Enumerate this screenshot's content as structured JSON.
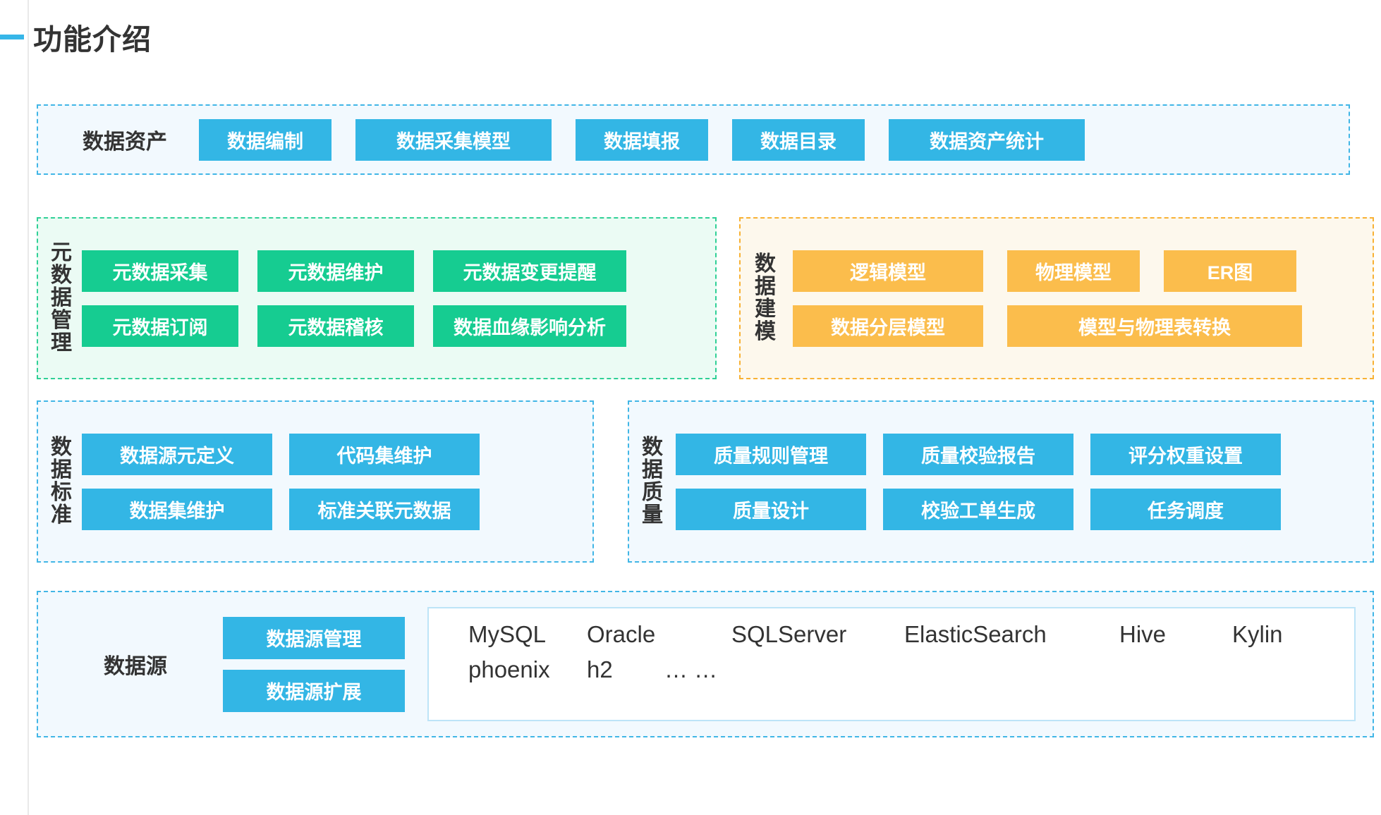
{
  "header": {
    "title": "功能介绍",
    "dash_color": "#36b6e8"
  },
  "colors": {
    "blue": "#33b6e5",
    "green": "#16cc91",
    "orange": "#fbbd4c",
    "blue_panel_bg": "#f2f9fe",
    "green_panel_bg": "#ebfbf4",
    "orange_panel_bg": "#fdf8ed"
  },
  "sections": {
    "assets": {
      "label": "数据资产",
      "items": [
        "数据编制",
        "数据采集模型",
        "数据填报",
        "数据目录",
        "数据资产统计"
      ]
    },
    "metadata": {
      "label": "元数据管理",
      "row1": [
        "元数据采集",
        "元数据维护",
        "元数据变更提醒"
      ],
      "row2": [
        "元数据订阅",
        "元数据稽核",
        "数据血缘影响分析"
      ]
    },
    "modeling": {
      "label": "数据建模",
      "row1": [
        "逻辑模型",
        "物理模型",
        "ER图"
      ],
      "row2": [
        "数据分层模型",
        "模型与物理表转换"
      ]
    },
    "standards": {
      "label": "数据标准",
      "row1": [
        "数据源元定义",
        "代码集维护"
      ],
      "row2": [
        "数据集维护",
        "标准关联元数据"
      ]
    },
    "quality": {
      "label": "数据质量",
      "row1": [
        "质量规则管理",
        "质量校验报告",
        "评分权重设置"
      ],
      "row2": [
        "质量设计",
        "校验工单生成",
        "任务调度"
      ]
    },
    "datasource": {
      "label": "数据源",
      "buttons": [
        "数据源管理",
        "数据源扩展"
      ],
      "db_row1": [
        "MySQL",
        "Oracle",
        "SQLServer",
        "ElasticSearch",
        "Hive",
        "Kylin"
      ],
      "db_row2": [
        "phoenix",
        "h2",
        "… …"
      ]
    }
  }
}
